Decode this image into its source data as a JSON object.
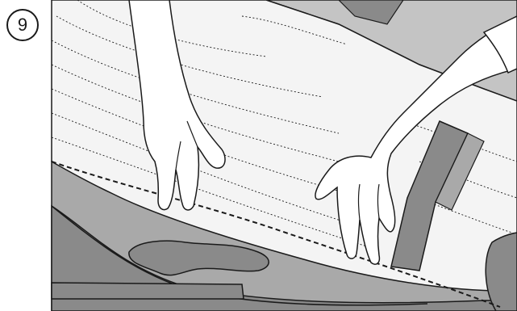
{
  "step": {
    "number": "9"
  },
  "palette": {
    "seat_dark": "#8a8a8a",
    "seat_mid": "#a9a9a9",
    "seat_light": "#c4c4c4",
    "fabric": "#f4f4f4",
    "outline": "#1a1a1a",
    "background": "#ffffff"
  },
  "icons": {
    "step_badge": "circled-number",
    "stitch_line": "dashed-fold-line"
  }
}
